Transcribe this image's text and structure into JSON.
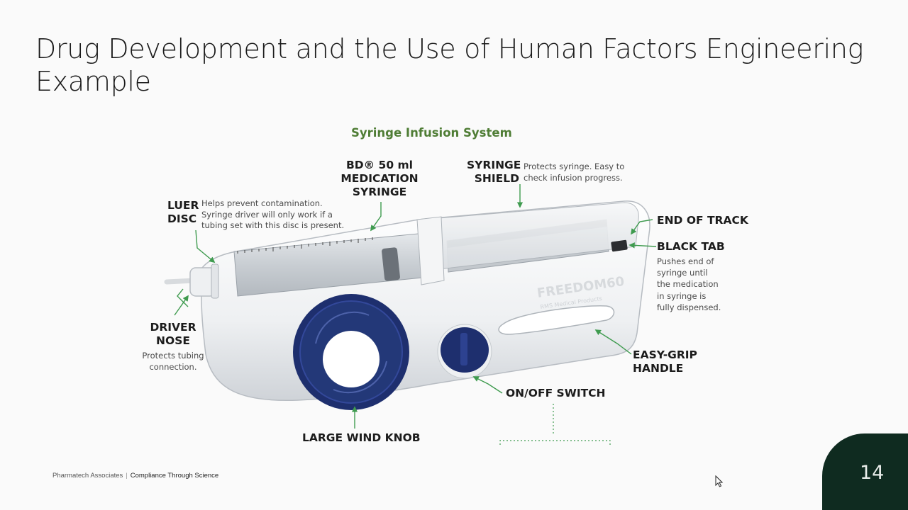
{
  "slide": {
    "title_line1": "Drug Development and the Use of Human Factors Engineering",
    "title_line2": "Example",
    "page_number": "14"
  },
  "diagram": {
    "title": "Syringe Infusion System",
    "device_brand": "FREEDOM60",
    "device_maker": "RMS Medical Products",
    "labels": {
      "syringe_l1": "BD® 50 ml",
      "syringe_l2": "MEDICATION",
      "syringe_l3": "SYRINGE",
      "shield_l1": "SYRINGE",
      "shield_l2": "SHIELD",
      "shield_desc_l1": "Protects syringe. Easy to",
      "shield_desc_l2": "check infusion progress.",
      "luer_l1": "LUER",
      "luer_l2": "DISC",
      "luer_desc_l1": "Helps prevent contamination.",
      "luer_desc_l2": "Syringe driver will only work if a",
      "luer_desc_l3": "tubing set with this disc is present.",
      "end_track": "END OF TRACK",
      "black_tab": "BLACK TAB",
      "black_tab_desc_l1": "Pushes end of",
      "black_tab_desc_l2": "syringe until",
      "black_tab_desc_l3": "the medication",
      "black_tab_desc_l4": "in syringe is",
      "black_tab_desc_l5": "fully dispensed.",
      "driver_l1": "DRIVER",
      "driver_l2": "NOSE",
      "driver_desc_l1": "Protects tubing",
      "driver_desc_l2": "connection.",
      "grip_l1": "EASY-GRIP",
      "grip_l2": "HANDLE",
      "onoff": "ON/OFF SWITCH",
      "knob": "LARGE WIND KNOB"
    }
  },
  "footer": {
    "company": "Pharmatech Associates",
    "tagline": "Compliance Through Science"
  },
  "colors": {
    "accent_green": "#4f7d35",
    "arrow_green": "#3f9b4f",
    "knob_blue": "#1e2f6e",
    "page_box": "#0f2b20"
  }
}
